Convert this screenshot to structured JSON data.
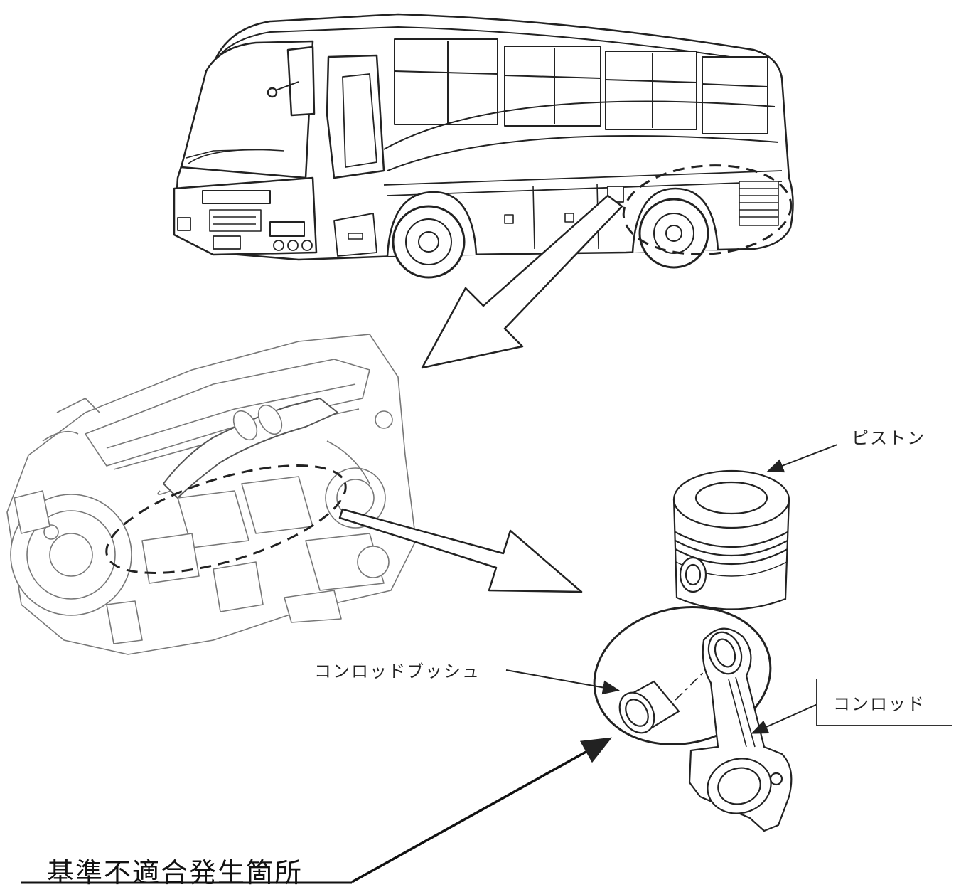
{
  "labels": {
    "piston": "ピストン",
    "conrod_bush": "コンロッドブッシュ",
    "conrod": "コンロッド",
    "defect_location": "基準不適合発生箇所"
  },
  "colors": {
    "line": "#222222",
    "fill": "#ffffff"
  }
}
